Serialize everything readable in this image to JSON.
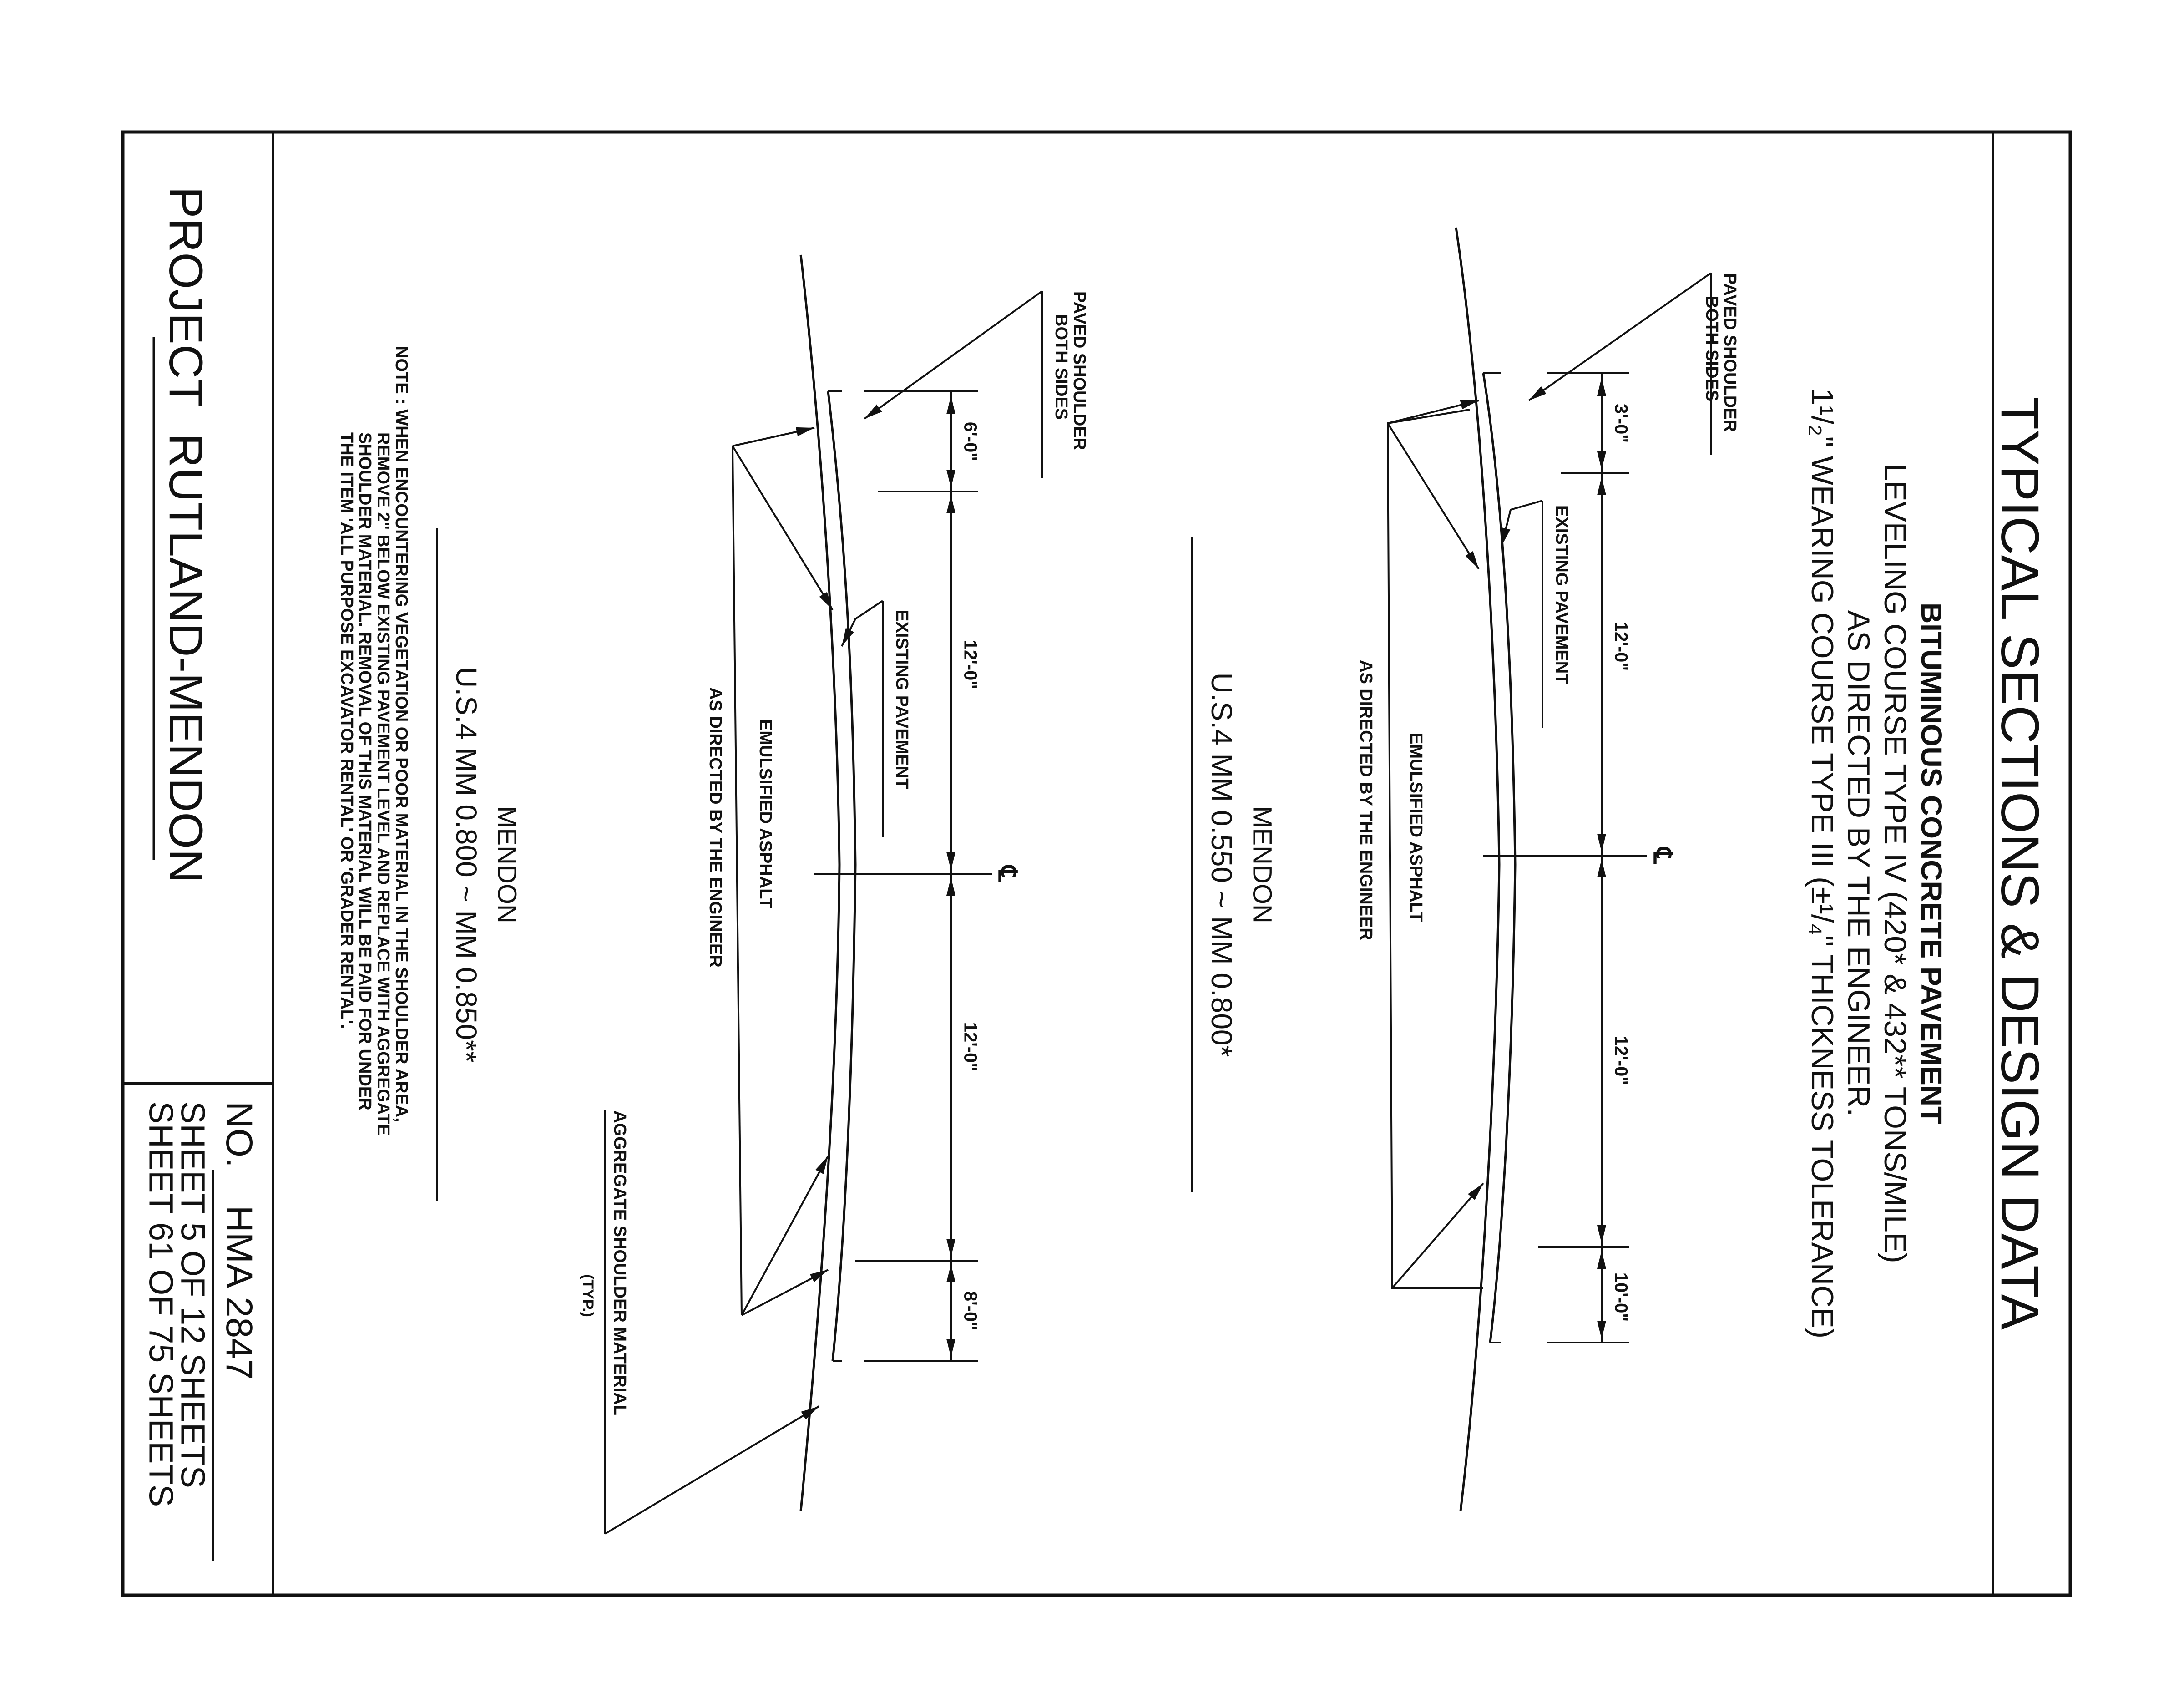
{
  "sheet": {
    "title": "TYPICAL SECTIONS & DESIGN DATA",
    "project_prefix": "PROJECT",
    "project_name": "RUTLAND-MENDON",
    "no_prefix": "NO.",
    "number": "HMA 2847",
    "sheet_line_1": "SHEET 5 OF 12 SHEETS",
    "sheet_line_2": "SHEET 61 OF 75 SHEETS"
  },
  "notes": {
    "header_1": "BITUMINOUS CONCRETE PAVEMENT",
    "header_2": "LEVELING COURSE TYPE IV (420* & 432** TONS/MILE)",
    "header_3": "AS DIRECTED BY THE ENGINEER.",
    "header_4": "1¹/₂\" WEARING COURSE TYPE III (±¹/₄\" THICKNESS TOLERANCE)",
    "footnote_1": "NOTE : WHEN ENCOUNTERING VEGETATION OR POOR MATERIAL IN THE SHOULDER AREA,",
    "footnote_2": "REMOVE 2\" BELOW EXISTING PAVEMENT LEVEL AND REPLACE WITH AGGREGATE",
    "footnote_3": "SHOULDER MATERIAL. REMOVAL OF THIS MATERIAL WILL BE PAID FOR UNDER",
    "footnote_4": "THE ITEM 'ALL PURPOSE EXCAVATOR RENTAL' OR 'GRADER RENTAL'."
  },
  "sections": [
    {
      "town": "MENDON",
      "range": "U.S.4 MM 0.550 ~ MM 0.800*",
      "shoulder_left": "3'-0\"",
      "lane_left": "12'-0\"",
      "lane_right": "12'-0\"",
      "shoulder_right": "10'-0\"",
      "paved_shoulder_1": "PAVED SHOULDER",
      "paved_shoulder_2": "BOTH SIDES",
      "existing_pavement": "EXISTING PAVEMENT",
      "emulsified_asphalt": "EMULSIFIED ASPHALT",
      "as_directed": "AS DIRECTED BY THE ENGINEER",
      "centerline": "℄"
    },
    {
      "town": "MENDON",
      "range": "U.S.4 MM 0.800 ~ MM 0.850**",
      "shoulder_left": "6'-0\"",
      "lane_left": "12'-0\"",
      "lane_right": "12'-0\"",
      "shoulder_right": "8'-0\"",
      "paved_shoulder_1": "PAVED SHOULDER",
      "paved_shoulder_2": "BOTH SIDES",
      "existing_pavement": "EXISTING PAVEMENT",
      "emulsified_asphalt": "EMULSIFIED ASPHALT",
      "as_directed": "AS DIRECTED BY THE ENGINEER",
      "aggregate_1": "AGGREGATE SHOULDER MATERIAL",
      "aggregate_2": "(TYP.)",
      "centerline": "℄"
    }
  ]
}
